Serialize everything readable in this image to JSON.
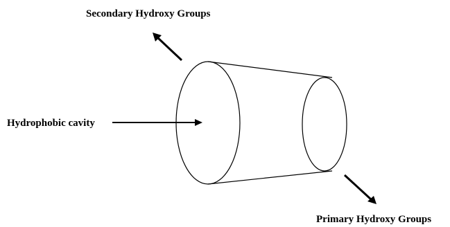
{
  "labels": {
    "secondary": "Secondary Hydroxy Groups",
    "cavity": "Hydrophobic cavity",
    "primary": "Primary Hydroxy Groups"
  },
  "colors": {
    "stroke": "#000000",
    "background": "#ffffff"
  }
}
